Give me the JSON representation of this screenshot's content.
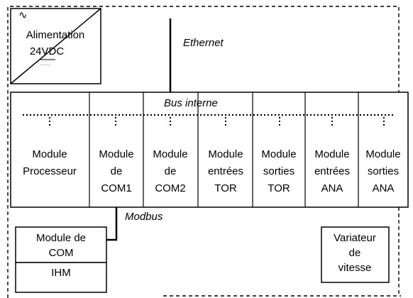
{
  "power_supply": {
    "symbol": "∿",
    "label_line1": "Alimentation",
    "label_line2": "24VDC",
    "dc_symbol": "……."
  },
  "network": {
    "ethernet_label": "Ethernet",
    "bus_label": "Bus interne",
    "modbus_label": "Modbus"
  },
  "modules": [
    {
      "lines": [
        "Module",
        "Processeur"
      ]
    },
    {
      "lines": [
        "Module",
        "de",
        "COM1"
      ]
    },
    {
      "lines": [
        "Module",
        "de",
        "COM2"
      ]
    },
    {
      "lines": [
        "Module",
        "entrées",
        "TOR"
      ]
    },
    {
      "lines": [
        "Module",
        "sorties",
        "TOR"
      ]
    },
    {
      "lines": [
        "Module",
        "entrées",
        "ANA"
      ]
    },
    {
      "lines": [
        "Module",
        "sorties",
        "ANA"
      ]
    }
  ],
  "com_module": {
    "label_line1": "Module de",
    "label_line2": "COM",
    "ihm_label": "IHM"
  },
  "drive": {
    "lines": [
      "Variateur",
      "de",
      "vitesse"
    ]
  },
  "colors": {
    "line": "#000000",
    "background": "#ffffff"
  }
}
